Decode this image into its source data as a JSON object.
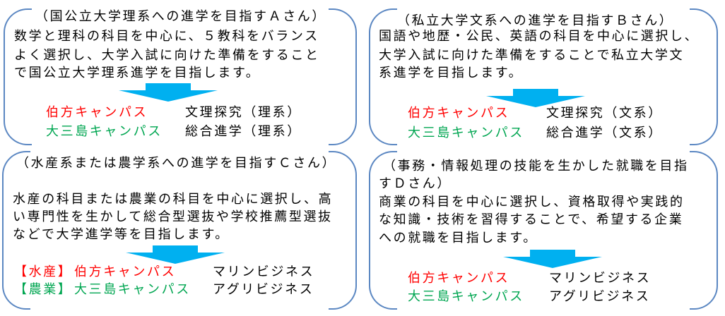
{
  "boxes": {
    "a": {
      "title": "（国公立大学理系への進学を目指すＡさん）",
      "body": [
        "数学と理科の科目を中心に、５教科をバランス",
        "よく選択し、大学入試に向けた準備をすること",
        "で国公立大学理系進学を目指します。"
      ],
      "rows": [
        {
          "campus": "伯方キャンパス",
          "course": "文理探究（理系）"
        },
        {
          "campus": "大三島キャンパス",
          "course": "総合進学（理系）"
        }
      ]
    },
    "b": {
      "title": "（私立大学文系への進学を目指すＢさん）",
      "body": [
        "国語や地歴・公民、英語の科目を中心に選択し、",
        "大学入試に向けた準備をすることで私立大学文",
        "系進学を目指します。"
      ],
      "rows": [
        {
          "campus": "伯方キャンパス",
          "course": "文理探究（文系）"
        },
        {
          "campus": "大三島キャンパス",
          "course": "総合進学（文系）"
        }
      ]
    },
    "c": {
      "title": "（水産系または農学系への進学を目指すＣさん）",
      "body": [
        "水産の科目または農業の科目を中心に選択し、高",
        "い専門性を生かして総合型選抜や学校推薦型選抜",
        "などで大学進学等を目指します。"
      ],
      "rows": [
        {
          "tag": "【水産】",
          "campus": "伯方キャンパス",
          "course": "マリンビジネス"
        },
        {
          "tag": "【農業】",
          "campus": "大三島キャンパス",
          "course": "アグリビジネス"
        }
      ]
    },
    "d": {
      "title": [
        "（事務・情報処理の技能を生かした就職を目指",
        "すＤさん）"
      ],
      "body": [
        "商業の科目を中心に選択し、資格取得や実践的",
        "な知識・技術を習得することで、希望する企業",
        "への就職を目指します。"
      ],
      "rows": [
        {
          "campus": "伯方キャンパス",
          "course": "マリンビジネス"
        },
        {
          "campus": "大三島キャンパス",
          "course": "アグリビジネス"
        }
      ]
    }
  },
  "colors": {
    "bracket": "#5b87c2",
    "arrow": "#00b0f0",
    "hakata": "#ff0000",
    "omishima": "#00a651"
  }
}
